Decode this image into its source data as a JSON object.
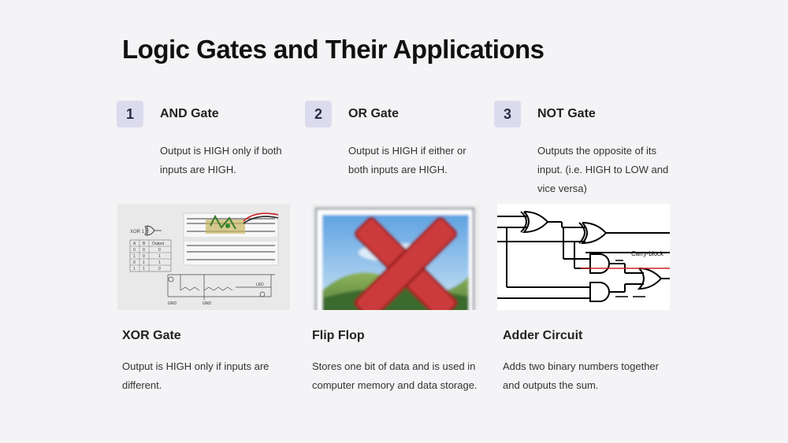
{
  "slide": {
    "title": "Logic Gates and Their Applications"
  },
  "numbered_items": [
    {
      "number": "1",
      "title": "AND Gate",
      "description": "Output is HIGH only if both inputs are HIGH."
    },
    {
      "number": "2",
      "title": "OR Gate",
      "description": "Output is HIGH if either or both inputs are HIGH."
    },
    {
      "number": "3",
      "title": "NOT Gate",
      "description": "Outputs the opposite of its input. (i.e. HIGH to LOW and vice versa)"
    }
  ],
  "picture_items": [
    {
      "title": "XOR Gate",
      "description": "Output is HIGH only if inputs are different.",
      "image": "xor-breadboard-photo"
    },
    {
      "title": "Flip Flop",
      "description": "Stores one bit of data and is used in computer memory and data storage.",
      "image": "broken-image-placeholder"
    },
    {
      "title": "Adder Circuit",
      "description": "Adds two binary numbers together and outputs the sum.",
      "image": "adder-circuit-diagram"
    }
  ],
  "xor_image": {
    "label": "XOR 1",
    "table_headers": [
      "A",
      "B",
      "Output"
    ],
    "table_rows": [
      [
        "0",
        "0",
        "0"
      ],
      [
        "1",
        "0",
        "1"
      ],
      [
        "0",
        "1",
        "1"
      ],
      [
        "1",
        "1",
        "0"
      ]
    ],
    "ground_label": "GND",
    "led_label": "LED"
  },
  "adder_image": {
    "carry_label": "Carry-block"
  },
  "colors": {
    "background": "#f4f3f5",
    "badge": "#dcdbee",
    "carry_line": "#d22222"
  }
}
